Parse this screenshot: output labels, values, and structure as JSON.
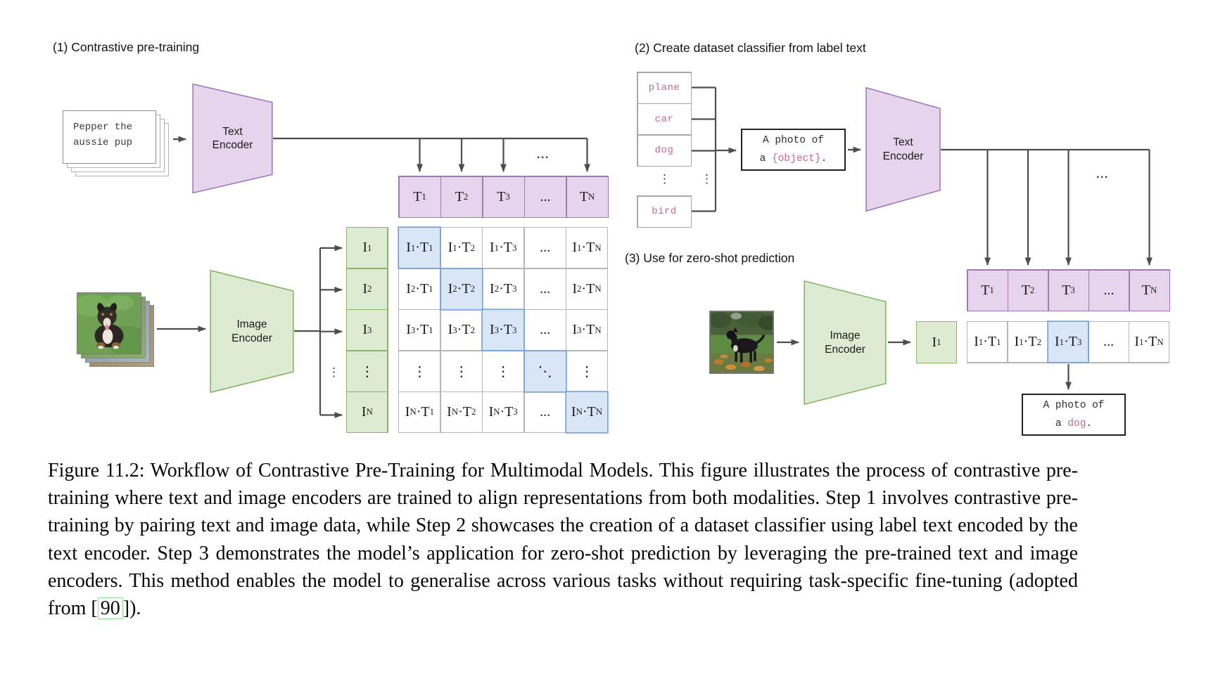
{
  "colors": {
    "purple_fill": "#e5d4ec",
    "purple_border": "#9f79b8",
    "green_fill": "#ddebd3",
    "green_border": "#87b565",
    "blue_fill": "#d8e6f7",
    "blue_border": "#74a3de",
    "pink_text": "#c2679b",
    "wire": "#4d4d4d"
  },
  "panel1": {
    "title": "(1) Contrastive pre-training",
    "text_stack_lines": [
      "Pepper the",
      "aussie pup"
    ],
    "text_encoder_label": "Text\nEncoder",
    "image_encoder_label": "Image\nEncoder",
    "ellipsis": "...",
    "outer_vdots": "⋮",
    "text_embeddings": [
      "T_1",
      "T_2",
      "T_3",
      "...",
      "T_N"
    ],
    "image_embeddings": [
      "I_1",
      "I_2",
      "I_3",
      "⋮",
      "I_N"
    ],
    "matrix": [
      [
        "I_1·T_1",
        "I_1·T_2",
        "I_1·T_3",
        "...",
        "I_1·T_N"
      ],
      [
        "I_2·T_1",
        "I_2·T_2",
        "I_2·T_3",
        "...",
        "I_2·T_N"
      ],
      [
        "I_3·T_1",
        "I_3·T_2",
        "I_3·T_3",
        "...",
        "I_3·T_N"
      ],
      [
        "⋮",
        "⋮",
        "⋮",
        "⋱",
        "⋮"
      ],
      [
        "I_N·T_1",
        "I_N·T_2",
        "I_N·T_3",
        "...",
        "I_N·T_N"
      ]
    ]
  },
  "panel2": {
    "title": "(2) Create dataset classifier from label text",
    "class_labels": [
      "plane",
      "car",
      "dog",
      "bird"
    ],
    "vdots": "⋮",
    "prompt": {
      "line1": "A photo of",
      "line2_prefix": "a ",
      "object": "{object}",
      "line2_suffix": "."
    },
    "text_encoder_label": "Text\nEncoder",
    "ellipsis": "...",
    "text_embeddings": [
      "T_1",
      "T_2",
      "T_3",
      "...",
      "T_N"
    ]
  },
  "panel3": {
    "title": "(3) Use for zero-shot prediction",
    "image_encoder_label": "Image\nEncoder",
    "image_embedding": "I_1",
    "similarities": [
      "I_1·T_1",
      "I_1·T_2",
      "I_1·T_3",
      "...",
      "I_1·T_N"
    ],
    "highlight_index": 2,
    "prompt": {
      "line1": "A photo of",
      "line2_prefix": "a ",
      "object": "dog",
      "line2_suffix": "."
    }
  },
  "caption": {
    "before_cite": "Figure 11.2:  Workflow of Contrastive Pre-Training for Multimodal Models.  This figure illustrates the process of contrastive pre-training where text and image encoders are trained to align representations from both modalities.  Step 1 involves contrastive pre-training by pairing text and image data, while Step 2 showcases the creation of a dataset classifier using label text encoded by the text encoder.  Step 3 demonstrates the model’s application for zero-shot prediction by leveraging the pre-trained text and image encoders.  This method enables the model to generalise across various tasks without requiring task-specific fine-tuning (adopted from [",
    "cite": "90",
    "after_cite": "])."
  }
}
